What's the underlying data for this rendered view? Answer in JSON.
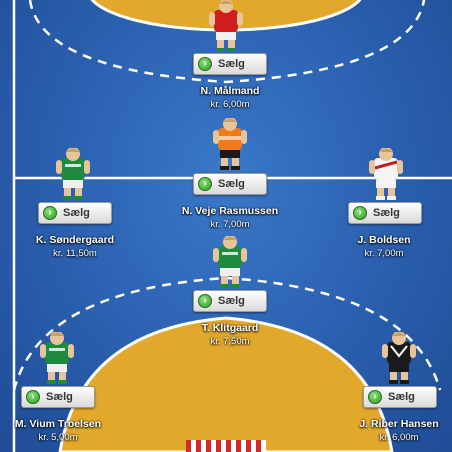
{
  "court": {
    "floor_color": "#2a5fae",
    "area_color": "#e2a82c",
    "line_color": "#ffffff"
  },
  "sell_label": "Sælg",
  "players": [
    {
      "id": "goalkeeper",
      "name": "N. Målmand",
      "price": "kr. 6,00m",
      "jersey": "red",
      "jersey_color": "#d01e1e",
      "shorts_color": "#f0f0f0"
    },
    {
      "id": "center-back",
      "name": "N. Veje Rasmussen",
      "price": "kr. 7,00m",
      "jersey": "orange",
      "jersey_color": "#f07a1a",
      "shorts_color": "#1a1a1a"
    },
    {
      "id": "left-back",
      "name": "K. Søndergaard",
      "price": "kr. 11,50m",
      "jersey": "green",
      "jersey_color": "#1e8a3e",
      "shorts_color": "#f0f0f0"
    },
    {
      "id": "right-back",
      "name": "J. Boldsen",
      "price": "kr. 7,00m",
      "jersey": "white-red",
      "jersey_color": "#f4f4f4",
      "shorts_color": "#f4f4f4"
    },
    {
      "id": "pivot",
      "name": "T. Klitgaard",
      "price": "kr. 7,50m",
      "jersey": "green",
      "jersey_color": "#1e8a3e",
      "shorts_color": "#f0f0f0"
    },
    {
      "id": "left-wing",
      "name": "M. Vium Troelsen",
      "price": "kr. 5,00m",
      "jersey": "green",
      "jersey_color": "#1e8a3e",
      "shorts_color": "#f0f0f0"
    },
    {
      "id": "right-wing",
      "name": "J. Riber Hansen",
      "price": "kr. 6,00m",
      "jersey": "black",
      "jersey_color": "#1a1a1a",
      "shorts_color": "#1a1a1a"
    }
  ]
}
